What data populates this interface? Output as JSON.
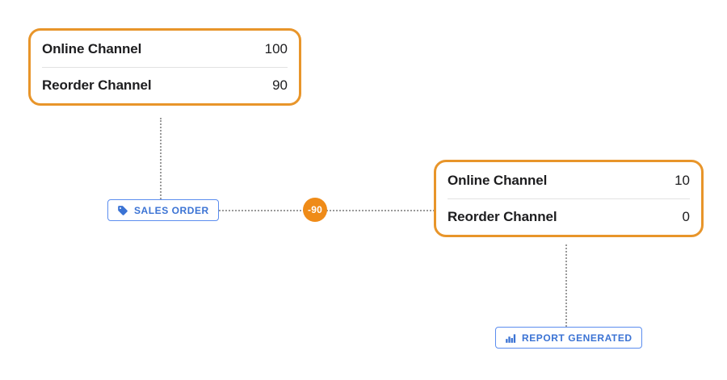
{
  "diagram": {
    "background_color": "#ffffff",
    "accent_orange": "#e8952a",
    "badge_orange": "#ef8b18",
    "accent_blue": "#3b73d4",
    "connector_color": "#9a9a9a"
  },
  "nodes": [
    {
      "id": "card-left",
      "rows": [
        {
          "label": "Online Channel",
          "value": "100"
        },
        {
          "label": "Reorder Channel",
          "value": "90"
        }
      ]
    },
    {
      "id": "card-right",
      "rows": [
        {
          "label": "Online Channel",
          "value": "10"
        },
        {
          "label": "Reorder Channel",
          "value": "0"
        }
      ]
    }
  ],
  "buttons": [
    {
      "id": "sales-order",
      "label": "SALES ORDER",
      "icon": "tag-icon"
    },
    {
      "id": "report-generated",
      "label": "REPORT GENERATED",
      "icon": "bar-chart-icon"
    }
  ],
  "badge": {
    "value": "-90"
  }
}
